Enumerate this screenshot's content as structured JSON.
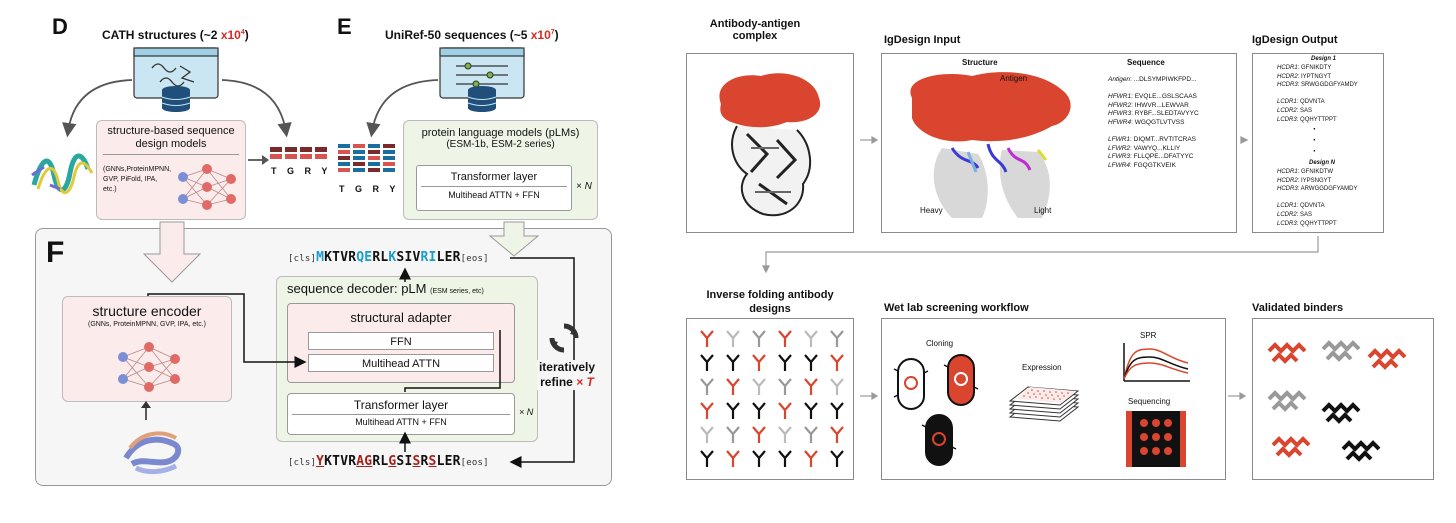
{
  "left": {
    "panel_d": "D",
    "panel_e": "E",
    "panel_f": "F",
    "cath_title": "CATH structures (~2 ",
    "cath_exp": "x10",
    "cath_sup": "4",
    "cath_close": ")",
    "uniref_title": "UniRef-50 sequences (~5 ",
    "uniref_exp": "x10",
    "uniref_sup": "7",
    "uniref_close": ")",
    "sbsd_title": "structure-based sequence design models",
    "sbsd_sub": "(GNNs,ProteinMPNN, GVP, PiFold, IPA, etc.)",
    "tgry": "T G R Y",
    "plm_title": "protein language models (pLMs)",
    "plm_sub": "(ESM-1b, ESM-2 series)",
    "transformer_layer": "Transformer layer",
    "mha_ffn": "Multihead ATTN + FFN",
    "times_n": "× N",
    "encoder_title": "structure encoder",
    "encoder_sub": "(GNNs, ProteinMPNN, GVP, IPA, etc.)",
    "decoder_title": "sequence decoder: pLM",
    "decoder_sub": "(ESM series, etc)",
    "adapter_title": "structural adapter",
    "ffn": "FFN",
    "mha": "Multihead ATTN",
    "iter_1": "iteratively",
    "iter_2": "refine",
    "iter_t": "× T",
    "seq_top": {
      "cls": "[cls]",
      "eos": "[eos]",
      "letters": [
        "M",
        "K",
        "T",
        "V",
        "R",
        "Q",
        "E",
        "R",
        "L",
        "K",
        "S",
        "I",
        "V",
        "R",
        "I",
        "L",
        "E",
        "R"
      ],
      "highlight": [
        0,
        5,
        6,
        9,
        13,
        14
      ]
    },
    "seq_bottom": {
      "cls": "[cls]",
      "eos": "[eos]",
      "letters": [
        "Y",
        "K",
        "T",
        "V",
        "R",
        "A",
        "G",
        "R",
        "L",
        "G",
        "S",
        "I",
        "S",
        "R",
        "S",
        "L",
        "E",
        "R"
      ],
      "highlight": [
        0,
        5,
        6,
        9,
        12,
        14
      ]
    }
  },
  "right": {
    "complex_title": "Antibody-antigen complex",
    "input_title": "IgDesign Input",
    "output_title": "IgDesign Output",
    "structure_label": "Structure",
    "sequence_label": "Sequence",
    "antigen_label": "Antigen",
    "heavy_label": "Heavy",
    "light_label": "Light",
    "input_lines": [
      {
        "k": "Antigen",
        "v": ": ...DLSYMPIWKFPD..."
      },
      {
        "k": "",
        "v": ""
      },
      {
        "k": "HFWR1",
        "v": ": EVQLE...GSLSCAAS"
      },
      {
        "k": "HFWR2",
        "v": ": IHWVR...LEWVAR"
      },
      {
        "k": "HFWR3",
        "v": ": RYBF...SLEDTAVYYC"
      },
      {
        "k": "HFWR4",
        "v": ": WGQGTLVTVSS"
      },
      {
        "k": "",
        "v": ""
      },
      {
        "k": "LFWR1",
        "v": ": DIQMT...RVTITCRAS"
      },
      {
        "k": "LFWR2",
        "v": ": VAWYQ...KLLIY"
      },
      {
        "k": "LFWR3",
        "v": ": FLLQPE...DFATYYC"
      },
      {
        "k": "LFWR4",
        "v": ": FGQGTKVEIK"
      }
    ],
    "design1_label": "Design 1",
    "design1_lines": [
      {
        "k": "HCDR1",
        "v": ": GFNIKDTY"
      },
      {
        "k": "HCDR2",
        "v": ": IYPTNGYT"
      },
      {
        "k": "HCDR3",
        "v": ": SRWGGDGFYAMDY"
      },
      {
        "k": "",
        "v": ""
      },
      {
        "k": "LCDR1",
        "v": ": QDVNTA"
      },
      {
        "k": "LCDR2",
        "v": ": SAS"
      },
      {
        "k": "LCDR3",
        "v": ": QQHYTTPPT"
      }
    ],
    "designN_label": "Design N",
    "designN_lines": [
      {
        "k": "HCDR1",
        "v": ": GFNIKDTW"
      },
      {
        "k": "HCDR2",
        "v": ": IYPSNGYT"
      },
      {
        "k": "HCDR3",
        "v": ": ARWGGDGFYAMDY"
      },
      {
        "k": "",
        "v": ""
      },
      {
        "k": "LCDR1",
        "v": ": QDVNTA"
      },
      {
        "k": "LCDR2",
        "v": ": SAS"
      },
      {
        "k": "LCDR3",
        "v": ": QQHYTTPPT"
      }
    ],
    "inverse_title": "Inverse folding antibody designs",
    "wetlab_title": "Wet lab screening workflow",
    "validated_title": "Validated binders",
    "cloning": "Cloning",
    "expression": "Expression",
    "spr": "SPR",
    "sequencing": "Sequencing"
  },
  "colors": {
    "red": "#d42a24",
    "cyan": "#1a9bd0",
    "dark_red": "#a8201c",
    "pink_box": "#fbeceb",
    "green_box": "#eff5e6",
    "blue_card": "#c9e6f2",
    "antigen": "#d9452e"
  }
}
